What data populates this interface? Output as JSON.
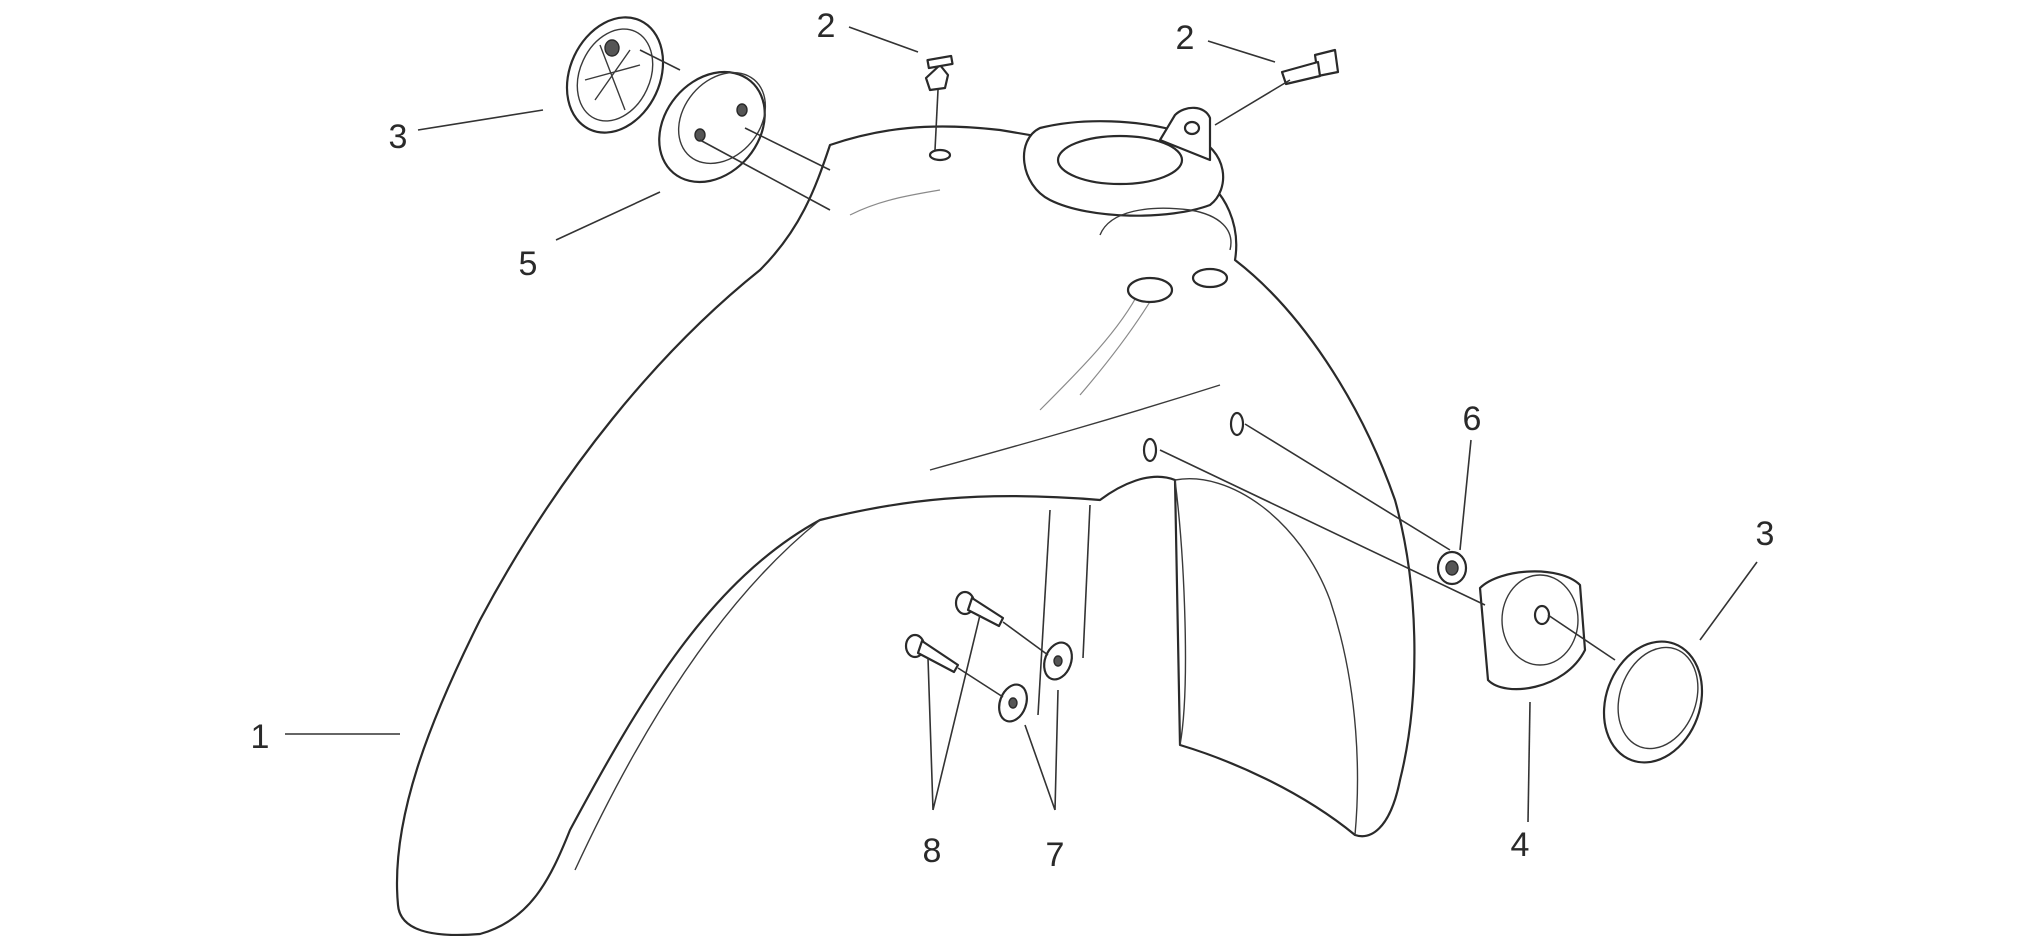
{
  "callouts": [
    {
      "id": "c1",
      "label": "1"
    },
    {
      "id": "c2a",
      "label": "2"
    },
    {
      "id": "c2b",
      "label": "2"
    },
    {
      "id": "c3a",
      "label": "3"
    },
    {
      "id": "c3b",
      "label": "3"
    },
    {
      "id": "c4",
      "label": "4"
    },
    {
      "id": "c5",
      "label": "5"
    },
    {
      "id": "c6",
      "label": "6"
    },
    {
      "id": "c7",
      "label": "7"
    },
    {
      "id": "c8",
      "label": "8"
    }
  ],
  "colors": {
    "line": "#2a2a2a",
    "background": "#ffffff"
  }
}
